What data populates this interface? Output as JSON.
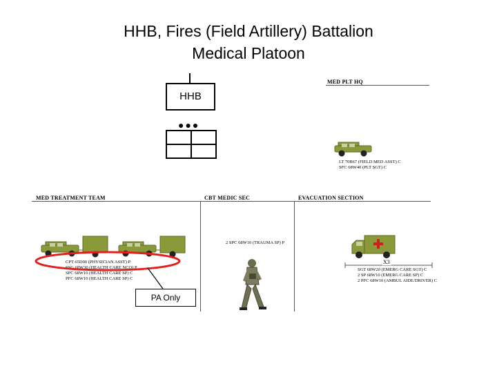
{
  "title": {
    "line1": "HHB, Fires (Field Artillery) Battalion",
    "line2": "Medical Platoon"
  },
  "hhb_box": {
    "label": "HHB"
  },
  "hq": {
    "heading": "MED PLT HQ",
    "lines": [
      "LT 70B67 (FIELD MED ASST) C",
      "SFC 68W40 (PLT SGT) C"
    ]
  },
  "sections": {
    "treatment": "MED TREATMENT TEAM",
    "medic": "CBT MEDIC SEC",
    "evacuation": "EVACUATION SECTION"
  },
  "treatment_lines": [
    "CPT 65D00 (PHYSICIAN ASST) P",
    "SSG 68W30 (HEALTH CARE NCO) P",
    "SPC 68W10 (HEALTH CARE SP) C",
    "PFC 68W10 (HEALTH CARE SP) C"
  ],
  "medic_line": "2 SPC 68W10 (TRAUMA SP) P",
  "evac": {
    "multiplier": "X3",
    "lines": [
      "SGT 68W20 (EMERG CARE SGT) C",
      "2 SP 68W10 (EMERG CARE SP) C",
      "2 PFC 68W10 (AMBUL AIDE/DRIVER) C"
    ]
  },
  "callout": {
    "label": "PA Only"
  },
  "colors": {
    "vehicle": "#8a9a3a",
    "vehicle_dark": "#5e6b25",
    "highlight": "#e0201c",
    "cross": "#d0201c"
  }
}
